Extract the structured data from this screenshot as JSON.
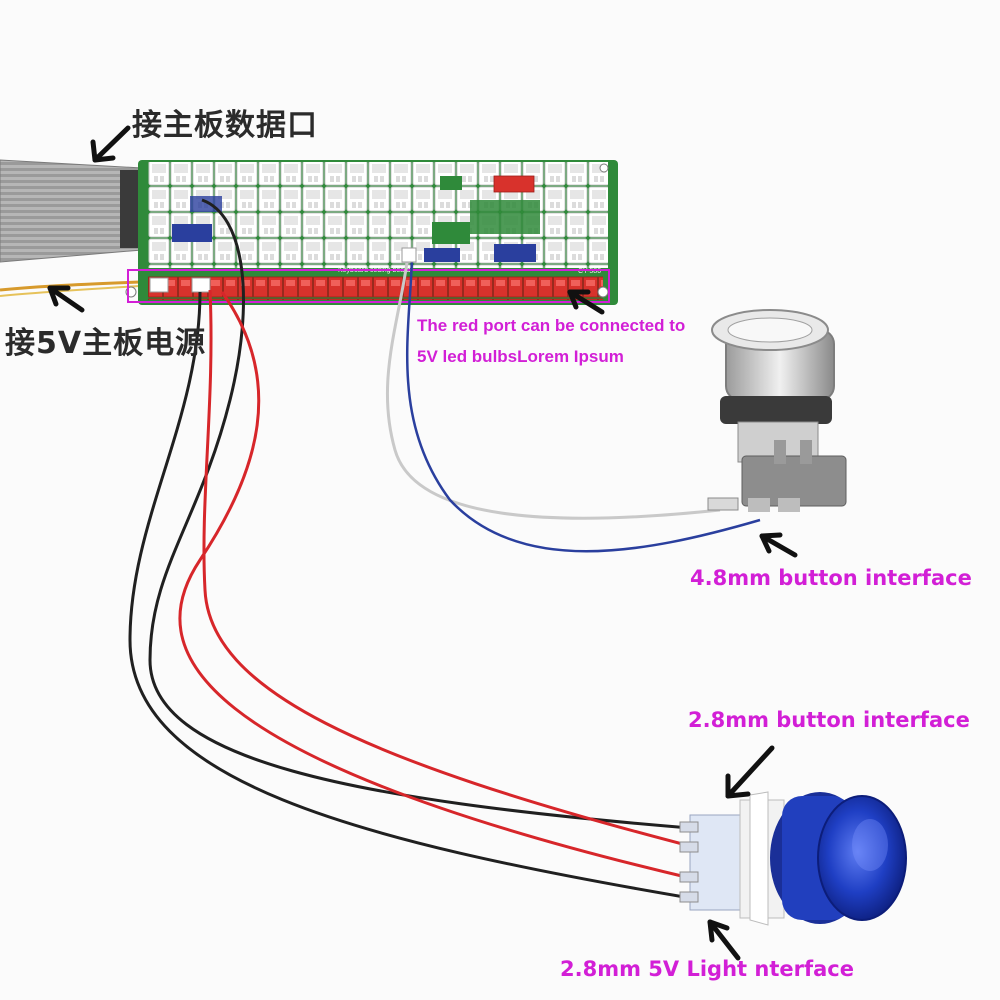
{
  "labels": {
    "data_port": "接主板数据口",
    "power": "接5V主板电源",
    "red_port_line1": "The red port can be connected to",
    "red_port_line2": "5V  led bulbsLorem Ipsum",
    "btn_48": "4.8mm button interface",
    "btn_28": "2.8mm button interface",
    "light_28": "2.8mm 5V Light nterface"
  },
  "board_text": {
    "board_label": "Keyboard coding board",
    "board_model": "CY-580"
  },
  "colors": {
    "label_dark": "#2b2b2b",
    "label_magenta": "#d21fd6",
    "board_red": "#d8322c",
    "board_green": "#2f8a3a",
    "button_blue": "#1f3fc4"
  }
}
